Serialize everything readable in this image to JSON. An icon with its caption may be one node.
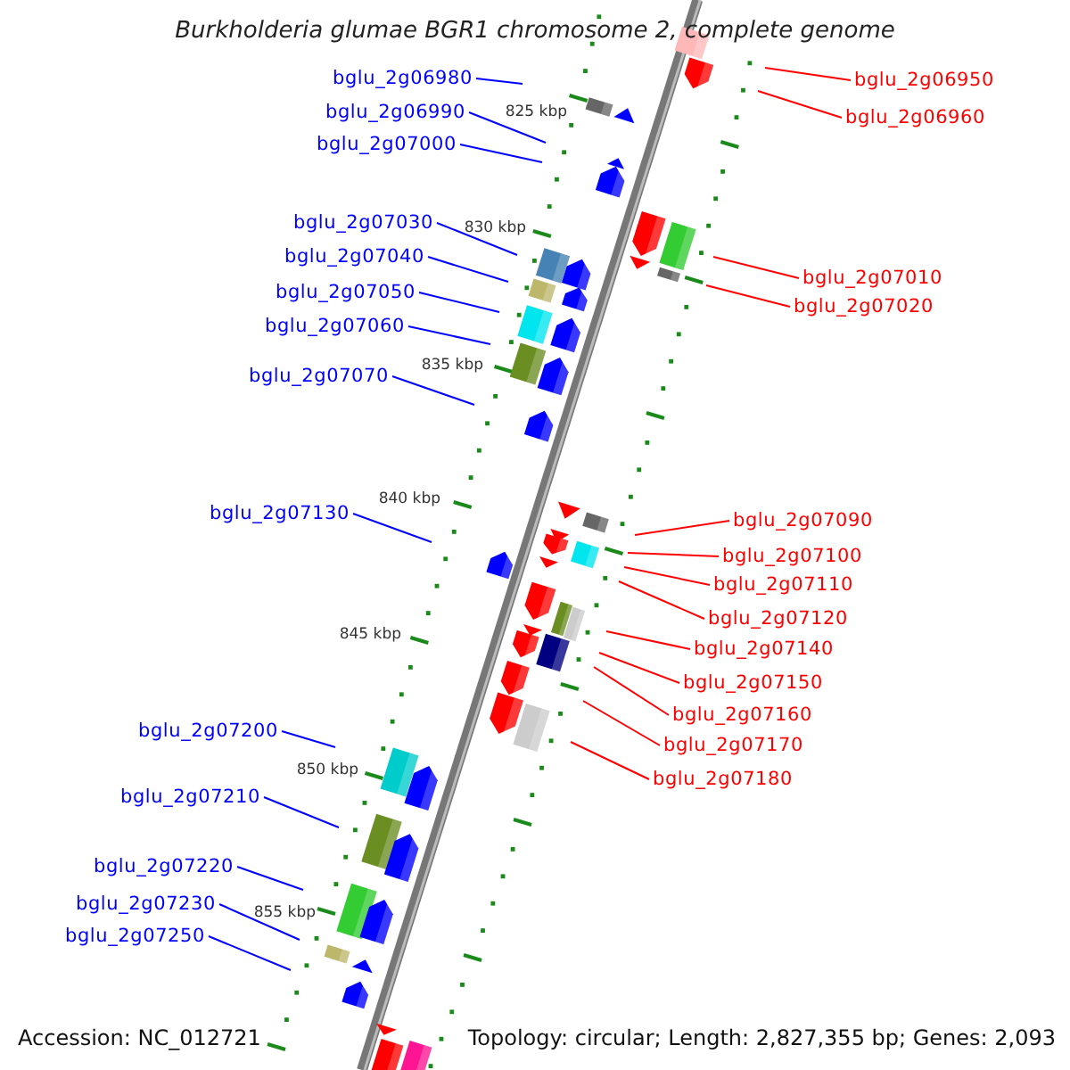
{
  "diagram": {
    "title": "Burkholderia glumae BGR1 chromosome 2, complete genome",
    "nodes": [
      {
        "text": [
          "bglu_2g06980"
        ]
      },
      {
        "text": [
          "bglu_2g06990"
        ]
      },
      {
        "text": [
          "bglu_2g07000"
        ]
      },
      {
        "text": [
          "bglu_2g07030"
        ]
      },
      {
        "text": [
          "bglu_2g07040"
        ]
      },
      {
        "text": [
          "bglu_2g07050"
        ]
      },
      {
        "text": [
          "bglu_2g07060"
        ]
      },
      {
        "text": [
          "bglu_2g07070"
        ]
      },
      {
        "text": [
          "bglu_2g07130"
        ]
      },
      {
        "text": [
          "bglu_2g07200"
        ]
      },
      {
        "text": [
          "bglu_2g07210"
        ]
      },
      {
        "text": [
          "bglu_2g07220"
        ]
      },
      {
        "text": [
          "bglu_2g07230"
        ]
      },
      {
        "text": [
          "bglu_2g07250"
        ]
      },
      {
        "text": [
          "bglu_2g06950"
        ]
      },
      {
        "text": [
          "bglu_2g06960"
        ]
      },
      {
        "text": [
          "bglu_2g07010"
        ]
      },
      {
        "text": [
          "bglu_2g07020"
        ]
      },
      {
        "text": [
          "bglu_2g07090"
        ]
      },
      {
        "text": [
          "bglu_2g07100"
        ]
      },
      {
        "text": [
          "bglu_2g07110"
        ]
      },
      {
        "text": [
          "bglu_2g07120"
        ]
      },
      {
        "text": [
          "bglu_2g07140"
        ]
      },
      {
        "text": [
          "bglu_2g07150"
        ]
      },
      {
        "text": [
          "bglu_2g07160"
        ]
      },
      {
        "text": [
          "bglu_2g07170"
        ]
      },
      {
        "text": [
          "bglu_2g07180"
        ]
      }
    ],
    "edges": [
      {
        "from": 0,
        "to": null,
        "arrow": "none"
      },
      {
        "from": 1,
        "to": null,
        "arrow": "none"
      },
      {
        "from": 2,
        "to": null,
        "arrow": "none"
      },
      {
        "from": 3,
        "to": null,
        "arrow": "none"
      },
      {
        "from": 4,
        "to": null,
        "arrow": "none"
      },
      {
        "from": 5,
        "to": null,
        "arrow": "none"
      },
      {
        "from": 6,
        "to": null,
        "arrow": "none"
      },
      {
        "from": 7,
        "to": null,
        "arrow": "none"
      },
      {
        "from": 8,
        "to": null,
        "arrow": "none"
      },
      {
        "from": 9,
        "to": null,
        "arrow": "none"
      },
      {
        "from": 10,
        "to": null,
        "arrow": "none"
      },
      {
        "from": 11,
        "to": null,
        "arrow": "none"
      },
      {
        "from": 12,
        "to": null,
        "arrow": "none"
      },
      {
        "from": 13,
        "to": null,
        "arrow": "none"
      },
      {
        "from": 14,
        "to": null,
        "arrow": "none",
        "color": "#ff0000"
      },
      {
        "from": 15,
        "to": null,
        "arrow": "none",
        "color": "#ff0000"
      },
      {
        "from": 16,
        "to": null,
        "arrow": "none",
        "color": "#ff0000"
      },
      {
        "from": 17,
        "to": null,
        "arrow": "none",
        "color": "#ff0000"
      },
      {
        "from": 18,
        "to": null,
        "arrow": "none",
        "color": "#ff0000"
      },
      {
        "from": 19,
        "to": null,
        "arrow": "none",
        "color": "#ff0000"
      },
      {
        "from": 20,
        "to": null,
        "arrow": "none",
        "color": "#ff0000"
      },
      {
        "from": 21,
        "to": null,
        "arrow": "none",
        "color": "#ff0000"
      },
      {
        "from": 22,
        "to": null,
        "arrow": "none",
        "color": "#ff0000"
      },
      {
        "from": 23,
        "to": null,
        "arrow": "none",
        "color": "#ff0000"
      },
      {
        "from": 24,
        "to": null,
        "arrow": "none",
        "color": "#ff0000"
      },
      {
        "from": 25,
        "to": null,
        "arrow": "none",
        "color": "#ff0000"
      },
      {
        "from": 26,
        "to": null,
        "arrow": "none",
        "color": "#ff0000"
      }
    ],
    "labels": [
      "825 kbp",
      "830 kbp",
      "835 kbp",
      "840 kbp",
      "845 kbp",
      "850 kbp",
      "855 kbp",
      "Accession: NC_012721",
      "Topology: circular; Length: 2,827,355 bp; Genes: 2,093"
    ]
  }
}
